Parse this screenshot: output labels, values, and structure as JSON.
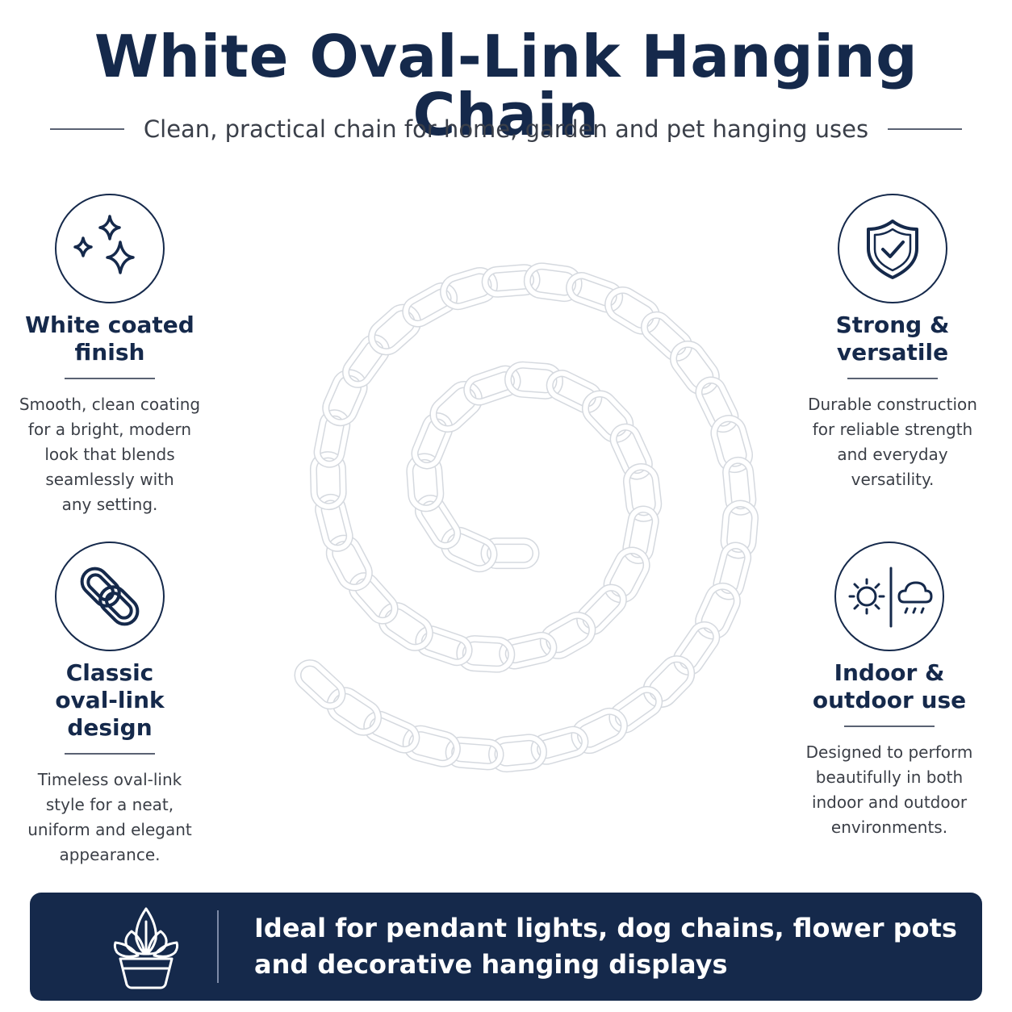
{
  "header": {
    "title": "White Oval-Link Hanging Chain",
    "subtitle": "Clean, practical chain for home, garden and pet hanging uses"
  },
  "features": [
    {
      "icon": "sparkle-icon",
      "title_lines": [
        "White coated",
        "finish"
      ],
      "desc_lines": [
        "Smooth, clean coating",
        "for a bright, modern",
        "look that blends",
        "seamlessly with",
        "any setting."
      ]
    },
    {
      "icon": "shield-check-icon",
      "title_lines": [
        "Strong &",
        "versatile"
      ],
      "desc_lines": [
        "Durable construction",
        "for reliable strength",
        "and everyday",
        "versatility."
      ]
    },
    {
      "icon": "chain-link-icon",
      "title_lines": [
        "Classic",
        "oval-link design"
      ],
      "desc_lines": [
        "Timeless oval-link",
        "style for a neat,",
        "uniform and elegant",
        "appearance."
      ]
    },
    {
      "icon": "sun-rain-icon",
      "title_lines": [
        "Indoor &",
        "outdoor use"
      ],
      "desc_lines": [
        "Designed to perform",
        "beautifully in both",
        "indoor and outdoor",
        "environments."
      ]
    }
  ],
  "banner": {
    "icon": "potted-plant-icon",
    "lines": [
      "Ideal for pendant lights, dog chains, flower pots",
      "and decorative hanging displays"
    ]
  },
  "colors": {
    "navy": "#15294b",
    "text_gray": "#3b3f47",
    "chain_white": "#ffffff"
  }
}
